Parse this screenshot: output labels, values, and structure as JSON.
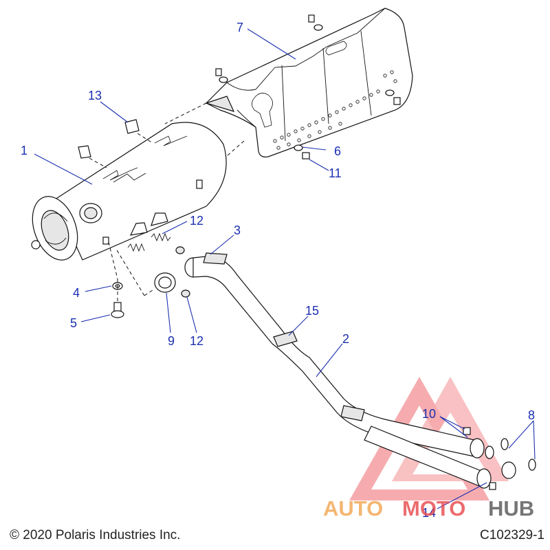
{
  "callouts": [
    "1",
    "2",
    "3",
    "4",
    "5",
    "6",
    "7",
    "8",
    "9",
    "10",
    "11",
    "12",
    "12",
    "13",
    "14",
    "15"
  ],
  "watermark": {
    "part1": "AUTO",
    "part2": "MOTO",
    "part3": "HUB"
  },
  "footer": {
    "copyright": "© 2020 Polaris Industries Inc.",
    "drawing_id": "C102329-1"
  },
  "colors": {
    "callout": "#1a2fb0",
    "watermark_orange": "#f2a550",
    "watermark_red": "#e8474a",
    "watermark_gray": "#555555"
  }
}
